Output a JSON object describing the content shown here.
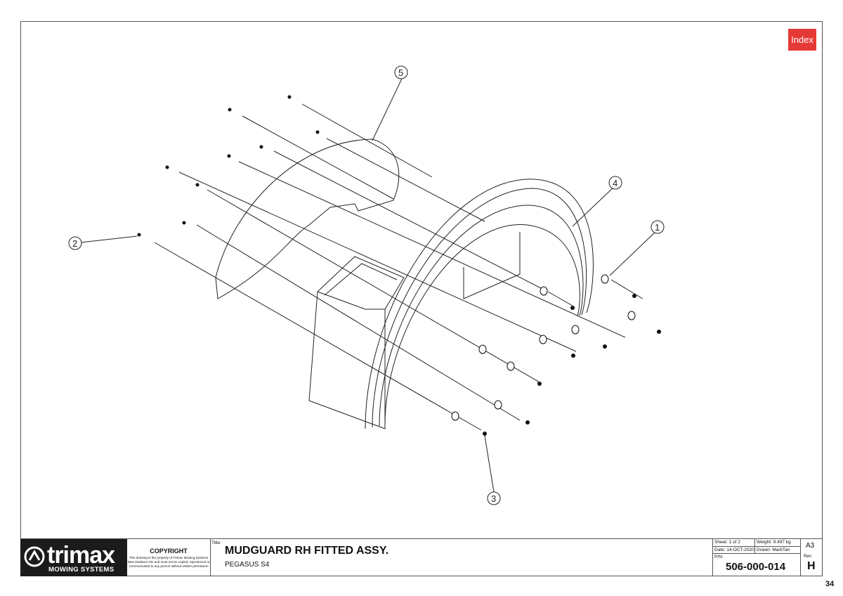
{
  "index_button": "Index",
  "balloons": [
    "1",
    "2",
    "3",
    "4",
    "5"
  ],
  "logo": {
    "word": "trimax",
    "sub": "MOWING SYSTEMS"
  },
  "copyright": {
    "heading": "COPYRIGHT",
    "text": "This drawing is the property of Trimax Mowing Systems New Zealand LTD and must not be copied, reproduced or communicated to any person without written permission"
  },
  "title_block": {
    "title_label": "Title:",
    "title": "MUDGUARD RH FITTED ASSY.",
    "subtitle": "PEGASUS S4",
    "sheet": "Sheet: 1 of 2",
    "weight": "Weight: 9.497 kg",
    "date": "Date: 14-OCT-2020",
    "drawn": "Drawn: MarkTan",
    "pn_label": "P/N:",
    "part_number": "506-000-014",
    "size": "A3",
    "rev_label": "Rev:",
    "rev": "H"
  },
  "page_number": "34"
}
